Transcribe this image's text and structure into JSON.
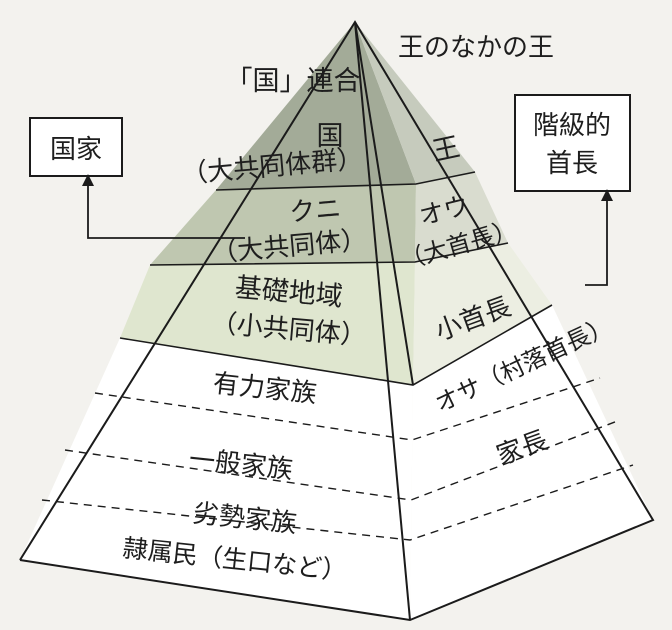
{
  "apex_label": "王のなかの王",
  "left_box": "国家",
  "right_box": [
    "階級的",
    "首長"
  ],
  "colors": {
    "top_front": "#a3ab98",
    "top_side": "#c6cbbd",
    "mid_front": "#bfc7b0",
    "mid_side": "#d9dccf",
    "base_front": "#dfe6cf",
    "base_side": "#eceee2",
    "line": "#1b1b1b"
  },
  "tiers": {
    "renggo": "「国」連合",
    "kuni": [
      "国",
      "（大共同体群）"
    ],
    "kuni_kana": [
      "クニ",
      "（大共同体）"
    ],
    "kiso": [
      "基礎地域",
      "（小共同体）"
    ],
    "yuryoku": "有力家族",
    "ippan": "一般家族",
    "retsusei": "劣勢家族",
    "reizoku": "隷属民（生口など）"
  },
  "rulers": {
    "ou": "王",
    "ou_kana": [
      "オウ",
      "（大首長）"
    ],
    "shoshucho": "小首長",
    "osa": "オサ（村落首長）",
    "kacho": "家長"
  }
}
